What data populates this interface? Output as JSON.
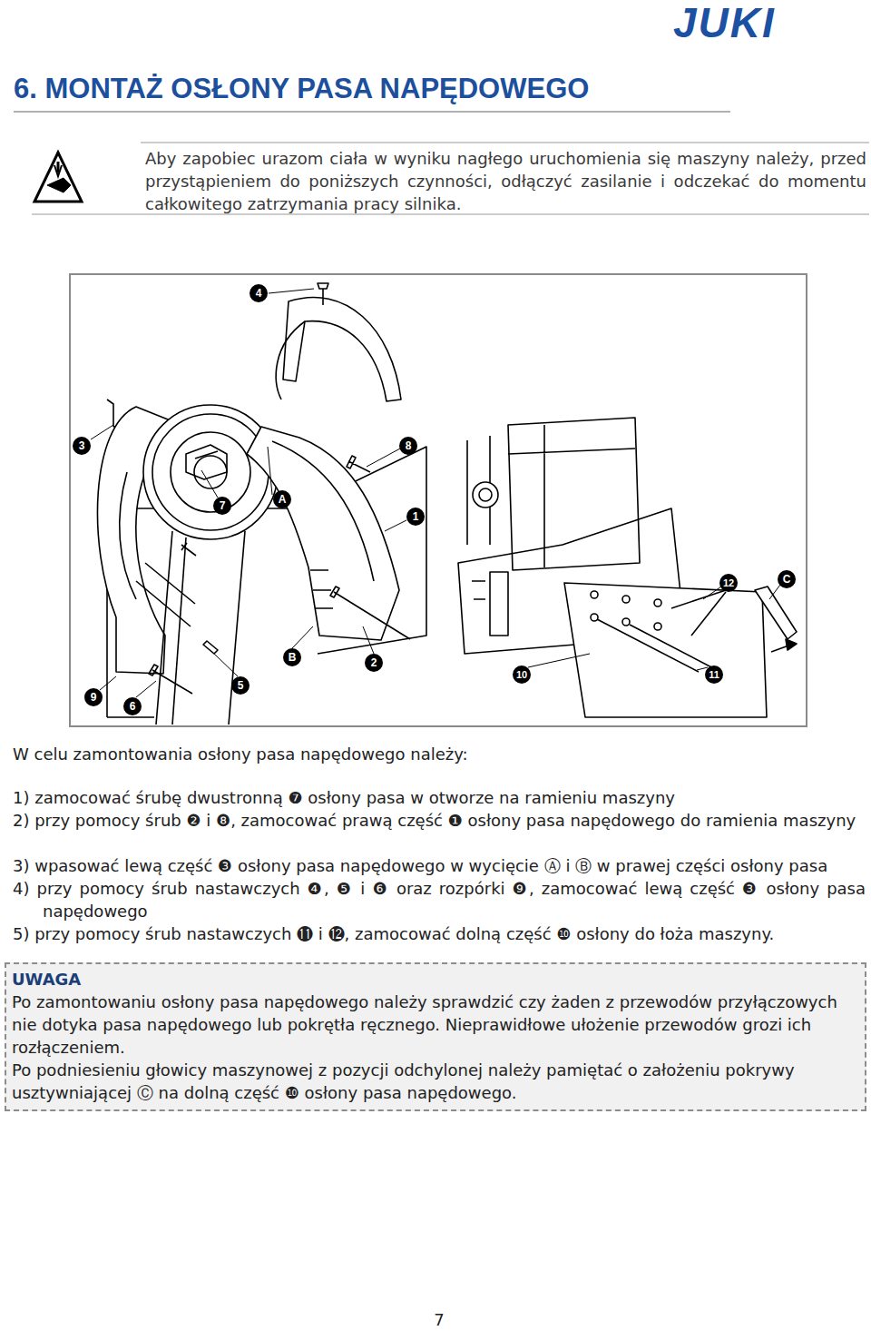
{
  "diagram": {
    "title": "6. MONTAŻ OSŁONY PASA NAPĘDOWEGO",
    "nodes": [
      {
        "text": [
          "UWAGA",
          "Po zamontowaniu osłony pasa napędowego należy sprawdzić czy żaden z przewodów przyłączowych nie dotyka pasa napędowego lub pokrętła ręcznego. Nieprawidłowe ułożenie przewodów grozi ich rozłączeniem.",
          "Po podniesieniu głowicy maszynowej z pozycji odchylonej należy pamiętać o założeniu pokrywy usztywniającej Ⓒ na dolną część ❿ osłony pasa napędowego."
        ]
      }
    ],
    "labels": [
      "JUKI",
      "Aby zapobiec urazom ciała w wyniku nagłego uruchomienia się maszyny należy, przed przystąpieniem do poniższych czynności, odłączyć zasilanie i odczekać do momentu całkowitego zatrzymania pracy silnika.",
      "4",
      "3",
      "8",
      "7",
      "A",
      "1",
      "9",
      "6",
      "5",
      "2",
      "B",
      "12",
      "C",
      "10",
      "11",
      "W celu zamontowania osłony pasa napędowego należy:",
      "1) zamocować śrubę dwustronną ❼ osłony pasa w otworze na ramieniu maszyny",
      "2) przy pomocy śrub ❷ i ❽, zamocować prawą część ❶ osłony pasa napędowego do ramienia maszyny",
      "3) wpasować lewą część ❸ osłony pasa napędowego w wycięcie Ⓐ i Ⓑ w prawej części osłony pasa",
      "4) przy pomocy śrub nastawczych ❹, ❺ i ❻ oraz rozpórki ❾, zamocować lewą część ❸ osłony pasa napędowego",
      "5) przy pomocy śrub nastawczych ⓫ i ⓬, zamocować dolną część ❿ osłony do łoża maszyny.",
      "7"
    ]
  }
}
